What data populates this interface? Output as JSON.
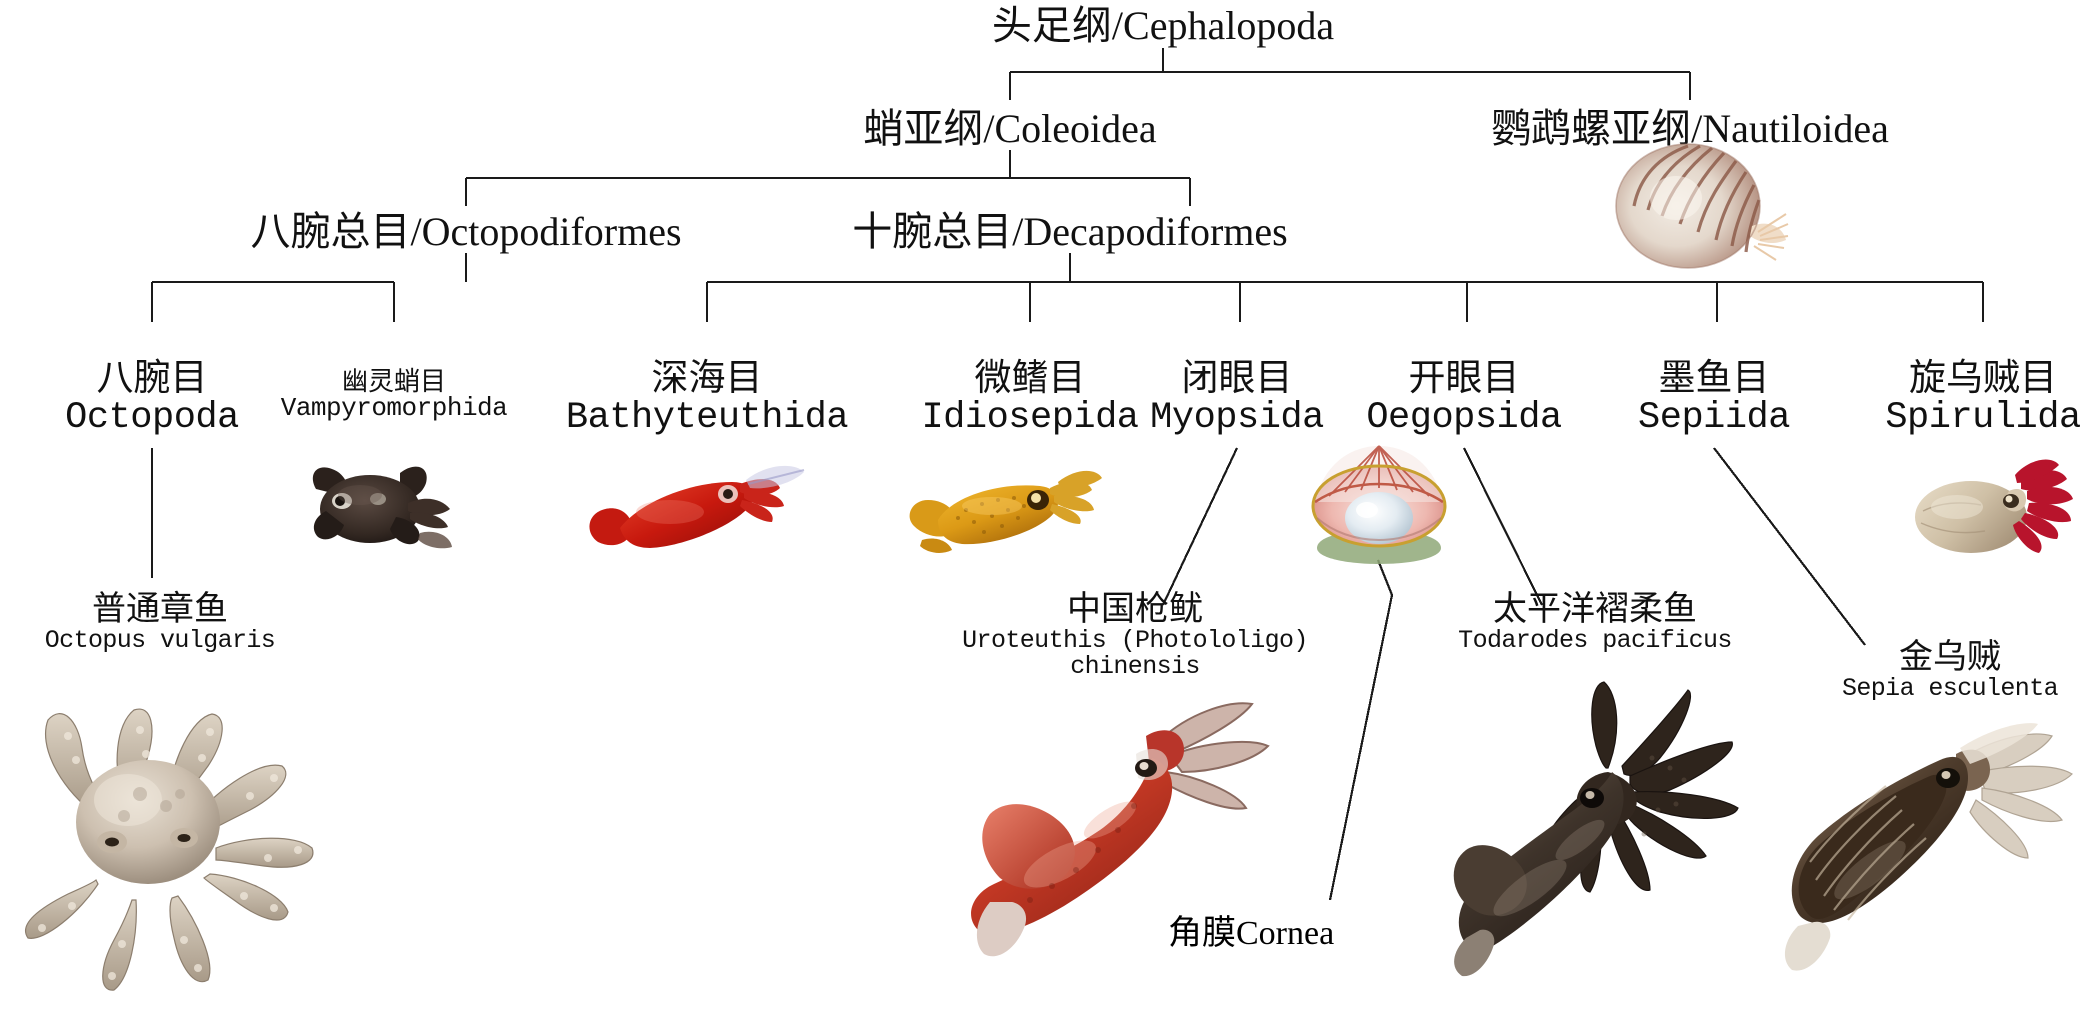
{
  "diagram": {
    "title_cn": "头足纲",
    "title_la": "Cephalopoda",
    "root": {
      "label": "头足纲/Cephalopoda"
    },
    "subclasses": [
      {
        "label": "蛸亚纲/Coleoidea"
      },
      {
        "label": "鹦鹉螺亚纲/Nautiloidea"
      }
    ],
    "superorders": [
      {
        "label": "八腕总目/Octopodiformes"
      },
      {
        "label": "十腕总目/Decapodiformes"
      }
    ],
    "orders": [
      {
        "cn": "八腕目",
        "la": "Octopoda"
      },
      {
        "cn": "幽灵蛸目",
        "la": "Vampyromorphida"
      },
      {
        "cn": "深海目",
        "la": "Bathyteuthida"
      },
      {
        "cn": "微鳍目",
        "la": "Idiosepida"
      },
      {
        "cn": "闭眼目",
        "la": "Myopsida"
      },
      {
        "cn": "开眼目",
        "la": "Oegopsida"
      },
      {
        "cn": "墨鱼目",
        "la": "Sepiida"
      },
      {
        "cn": "旋乌贼目",
        "la": "Spirulida"
      }
    ],
    "species": [
      {
        "cn": "普通章鱼",
        "la": "Octopus vulgaris"
      },
      {
        "cn": "中国枪鱿",
        "la": "Uroteuthis (Photololigo)",
        "la2": "chinensis"
      },
      {
        "cn": "太平洋褶柔鱼",
        "la": "Todarodes pacificus"
      },
      {
        "cn": "金乌贼",
        "la": "Sepia esculenta"
      }
    ],
    "annotations": [
      {
        "label": "角膜Cornea"
      }
    ],
    "images": [
      {
        "name": "nautilus-photo"
      },
      {
        "name": "vampire-squid-photo"
      },
      {
        "name": "bathyteuthid-squid-photo"
      },
      {
        "name": "idiosepiid-squid-photo"
      },
      {
        "name": "cornea-eye-photo"
      },
      {
        "name": "spirula-photo"
      },
      {
        "name": "octopus-vulgaris-photo"
      },
      {
        "name": "uroteuthis-chinensis-photo"
      },
      {
        "name": "todarodes-pacificus-photo"
      },
      {
        "name": "sepia-esculenta-photo"
      }
    ],
    "colors": {
      "line": "#1a1a1a",
      "text": "#111111",
      "red_squid": "#c62414",
      "orange_squid": "#e0a019",
      "dark_body": "#3a3029",
      "cornea_pink": "#e8a7a0"
    }
  }
}
